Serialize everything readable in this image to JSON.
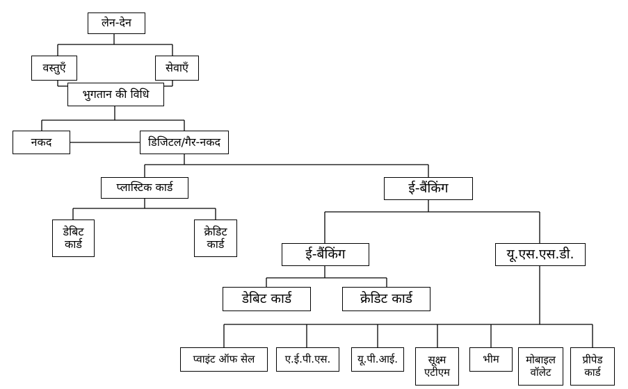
{
  "nodes": {
    "len_den": "लेन-देन",
    "vastuen": "वस्तुएँ",
    "sevaen": "सेवाएँ",
    "bhugtan": "भुगतान की विधि",
    "nakad": "नकद",
    "digital": "डिजिटल/गैर-नकद",
    "plastic": "प्लास्टिक कार्ड",
    "ebanking_top": "ई-बैंकिंग",
    "debit_left": "डेबिट\nकार्ड",
    "credit_left": "क्रेडिट\nकार्ड",
    "ebanking_mid": "ई-बैंकिंग",
    "ussd": "यू.एस.एस.डी.",
    "debit_mid": "डेबिट कार्ड",
    "credit_mid": "क्रेडिट कार्ड",
    "pos": "प्वाइंट ऑफ सेल",
    "aeps": "ए.ई.पी.एस.",
    "upi": "यू.पी.आई.",
    "micro_atm": "सूक्ष्म\nएटीएम",
    "bhim": "भीम",
    "mobile_wallet": "मोबाइल\nवॉलेट",
    "prepaid_card": "प्रीपेड\nकार्ड"
  }
}
